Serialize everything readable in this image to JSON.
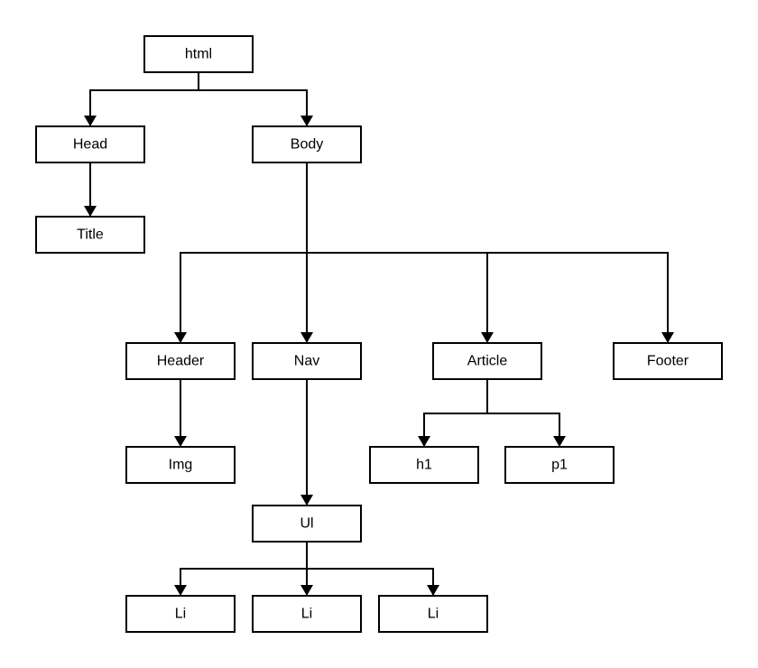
{
  "nodes": [
    {
      "id": "html",
      "label": "html"
    },
    {
      "id": "head",
      "label": "Head"
    },
    {
      "id": "body",
      "label": "Body"
    },
    {
      "id": "title",
      "label": "Title"
    },
    {
      "id": "header",
      "label": "Header"
    },
    {
      "id": "nav",
      "label": "Nav"
    },
    {
      "id": "article",
      "label": "Article"
    },
    {
      "id": "footer",
      "label": "Footer"
    },
    {
      "id": "img",
      "label": "Img"
    },
    {
      "id": "h1",
      "label": "h1"
    },
    {
      "id": "p1",
      "label": "p1"
    },
    {
      "id": "ul",
      "label": "Ul"
    },
    {
      "id": "li1",
      "label": "Li"
    },
    {
      "id": "li2",
      "label": "Li"
    },
    {
      "id": "li3",
      "label": "Li"
    }
  ],
  "edges": [
    {
      "from": "html",
      "to": "head"
    },
    {
      "from": "html",
      "to": "body"
    },
    {
      "from": "head",
      "to": "title"
    },
    {
      "from": "body",
      "to": "header"
    },
    {
      "from": "body",
      "to": "nav"
    },
    {
      "from": "body",
      "to": "article"
    },
    {
      "from": "body",
      "to": "footer"
    },
    {
      "from": "header",
      "to": "img"
    },
    {
      "from": "nav",
      "to": "ul"
    },
    {
      "from": "article",
      "to": "h1"
    },
    {
      "from": "article",
      "to": "p1"
    },
    {
      "from": "ul",
      "to": "li1"
    },
    {
      "from": "ul",
      "to": "li2"
    },
    {
      "from": "ul",
      "to": "li3"
    }
  ],
  "colors": {
    "stroke": "#000000",
    "fill": "#ffffff",
    "text": "#000000"
  }
}
